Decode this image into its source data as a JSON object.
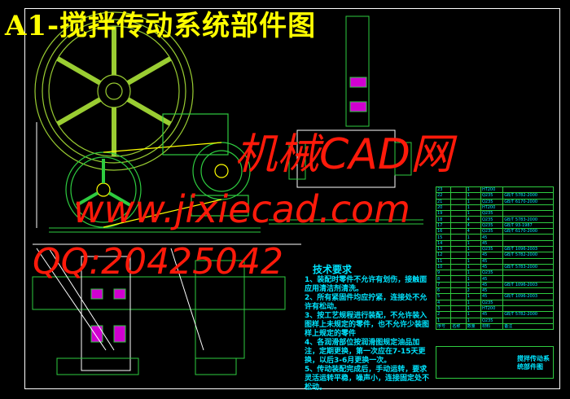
{
  "title": "A1-搅拌传动系统部件图",
  "watermark": {
    "line1": "机械CAD网",
    "line2": "www.jixiecad.com",
    "line3": "QQ:20425042"
  },
  "tech_requirements": {
    "heading": "技术要求",
    "items": [
      "1、装配时零件不允许有划伤，接触面应用清洁剂清洗。",
      "2、所有紧固件均应拧紧，连接处不允许有松动。",
      "3、按工艺规程进行装配，不允许装入图样上未规定的零件，也不允许少装图样上规定的零件",
      "4、各润滑部位按润滑图规定油品加注，定期更换，第一次应在7-15天更换，以后3-6月更换一次。",
      "5、传动装配完成后，手动运转，要求灵活运转平稳，噪声小，连接固定处不松动。"
    ]
  },
  "bom": {
    "rows": [
      [
        "23",
        "",
        "1",
        "HT200",
        ""
      ],
      [
        "22",
        "",
        "1",
        "Q235",
        "GB/T 5782-2000"
      ],
      [
        "21",
        "",
        "1",
        "Q235",
        "GB/T 6170-2000"
      ],
      [
        "20",
        "",
        "1",
        "HT200",
        ""
      ],
      [
        "19",
        "",
        "1",
        "Q235",
        ""
      ],
      [
        "18",
        "",
        "4",
        "Q235",
        "GB/T 5783-2000"
      ],
      [
        "17",
        "",
        "4",
        "Q235",
        "GB/T 93-1987"
      ],
      [
        "16",
        "",
        "4",
        "Q235",
        "GB/T 6170-2000"
      ],
      [
        "15",
        "",
        "1",
        "45",
        ""
      ],
      [
        "14",
        "",
        "1",
        "45",
        ""
      ],
      [
        "13",
        "",
        "1",
        "Q235",
        "GB/T 1096-2003"
      ],
      [
        "12",
        "",
        "1",
        "45",
        "GB/T 5782-2000"
      ],
      [
        "11",
        "",
        "1",
        "45",
        ""
      ],
      [
        "10",
        "",
        "1",
        "45",
        "GB/T 5783-2000"
      ],
      [
        "9",
        "",
        "1",
        "Q235",
        ""
      ],
      [
        "8",
        "",
        "1",
        "45",
        ""
      ],
      [
        "7",
        "",
        "1",
        "45",
        "GB/T 1096-2003"
      ],
      [
        "6",
        "",
        "2",
        "45",
        ""
      ],
      [
        "5",
        "",
        "1",
        "45",
        "GB/T 1096-2003"
      ],
      [
        "4",
        "",
        "1",
        "Q235",
        ""
      ],
      [
        "3",
        "",
        "1",
        "HT200",
        ""
      ],
      [
        "2",
        "",
        "1",
        "45",
        "GB/T 5782-2000"
      ],
      [
        "1",
        "",
        "1",
        "Q235",
        ""
      ]
    ],
    "header": [
      "序号",
      "名称",
      "数量",
      "材料",
      "备注"
    ]
  },
  "title_block": {
    "name": "搅拌传动系统部件图"
  },
  "colors": {
    "title": "#ffff00",
    "line": "#2ecc40",
    "text": "#00e5ff",
    "watermark": "#ff1a0a",
    "section": "#d000d0"
  }
}
